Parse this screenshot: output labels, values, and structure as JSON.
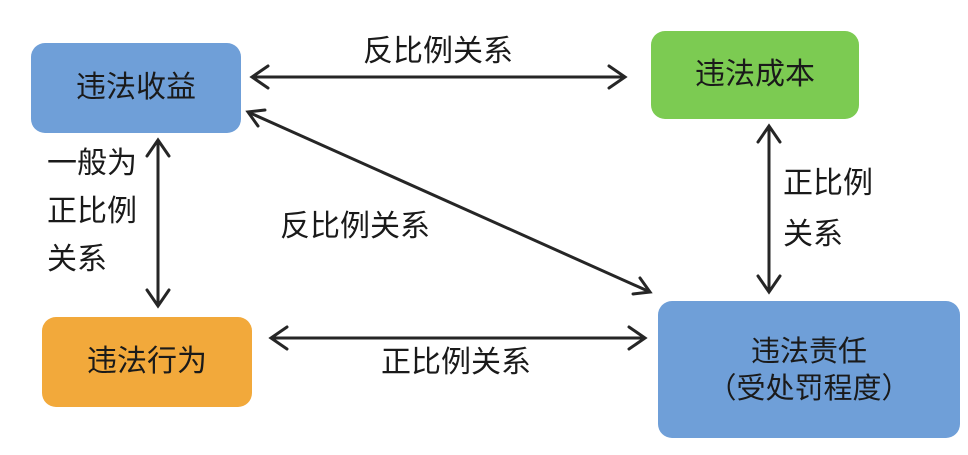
{
  "nodes": {
    "income": {
      "label": "违法收益"
    },
    "cost": {
      "label": "违法成本"
    },
    "behavior": {
      "label": "违法行为"
    },
    "liability": {
      "label": "违法责任",
      "sublabel": "（受处罚程度）"
    }
  },
  "edges": {
    "income_cost": {
      "label": "反比例关系"
    },
    "income_liability": {
      "label": "反比例关系"
    },
    "behavior_liability": {
      "label": "正比例关系"
    },
    "cost_liability": {
      "label": "正比例关系"
    },
    "income_behavior": {
      "label": "一般为正比例关系"
    }
  },
  "colors": {
    "blue": "#6f9fd8",
    "green": "#7ccb52",
    "orange": "#f2a93b",
    "arrow": "#262626"
  }
}
